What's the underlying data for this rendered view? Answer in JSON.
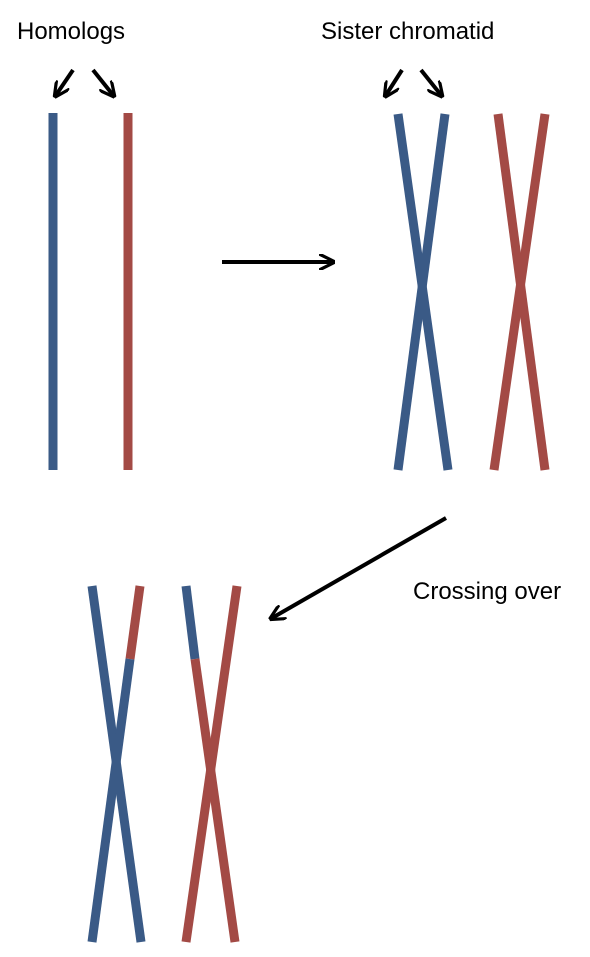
{
  "labels": {
    "homologs": "Homologs",
    "sister_chromatid": "Sister chromatid",
    "crossing_over": "Crossing over"
  },
  "colors": {
    "blue": "#3A5A86",
    "red": "#A34A45",
    "arrow": "#000000",
    "background": "#FFFFFF"
  }
}
